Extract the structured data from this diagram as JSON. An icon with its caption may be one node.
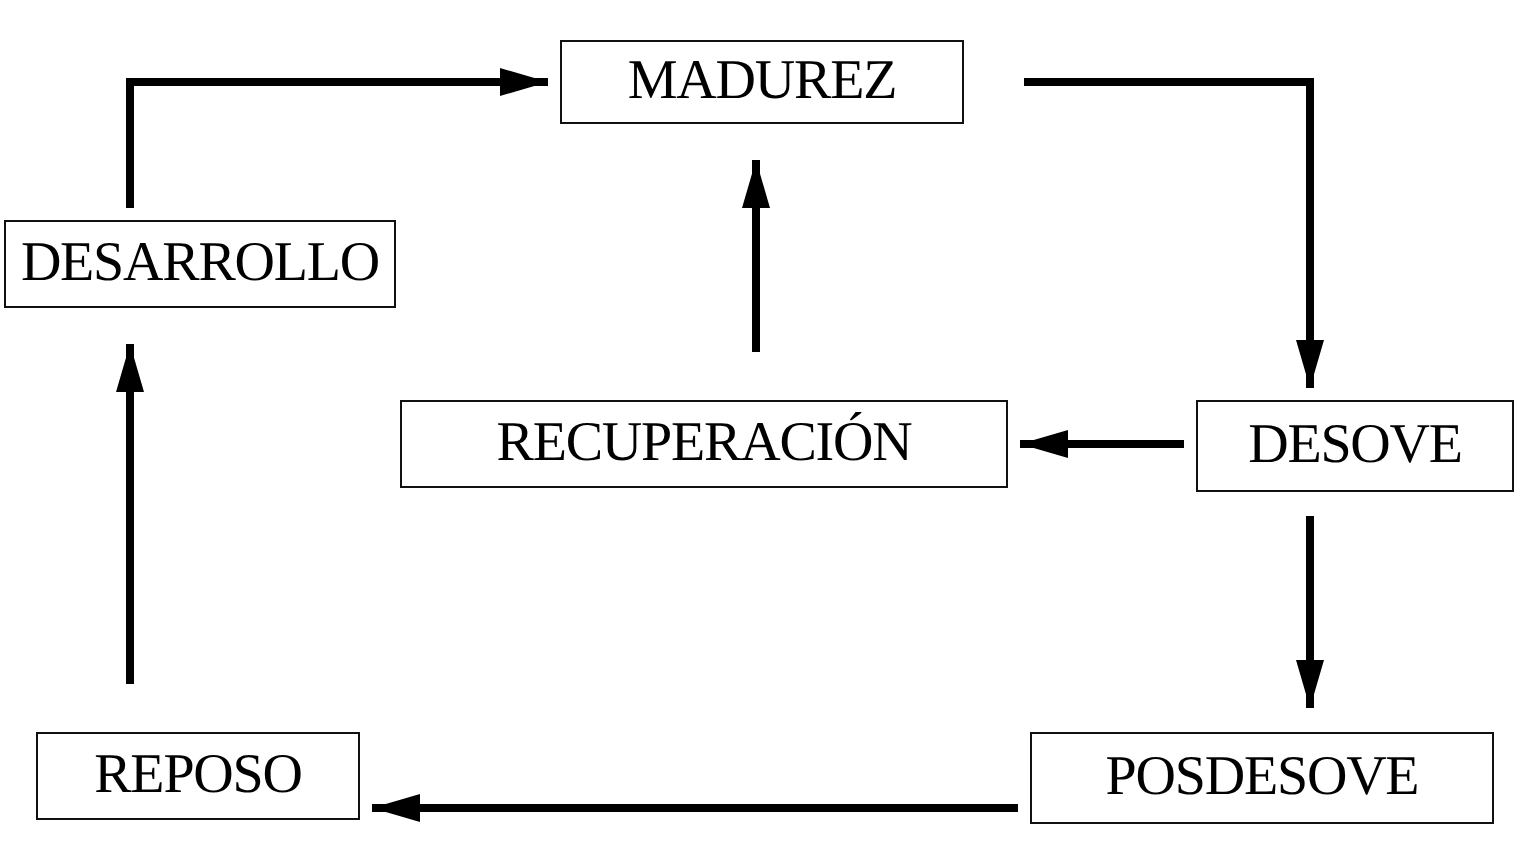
{
  "diagram": {
    "nodes": [
      {
        "text": [
          "MADUREZ"
        ]
      },
      {
        "text": [
          "DESARROLLO"
        ]
      },
      {
        "text": [
          "RECUPERACIÓN"
        ]
      },
      {
        "text": [
          "DESOVE"
        ]
      },
      {
        "text": [
          "REPOSO"
        ]
      },
      {
        "text": [
          "POSDESOVE"
        ]
      }
    ],
    "edges": [
      {
        "from": 1,
        "to": 0,
        "arrow": "to"
      },
      {
        "from": 0,
        "to": 3,
        "arrow": "to"
      },
      {
        "from": 3,
        "to": 2,
        "arrow": "to"
      },
      {
        "from": 2,
        "to": 0,
        "arrow": "to"
      },
      {
        "from": 3,
        "to": 5,
        "arrow": "to"
      },
      {
        "from": 5,
        "to": 4,
        "arrow": "to"
      },
      {
        "from": 4,
        "to": 1,
        "arrow": "to"
      }
    ]
  }
}
